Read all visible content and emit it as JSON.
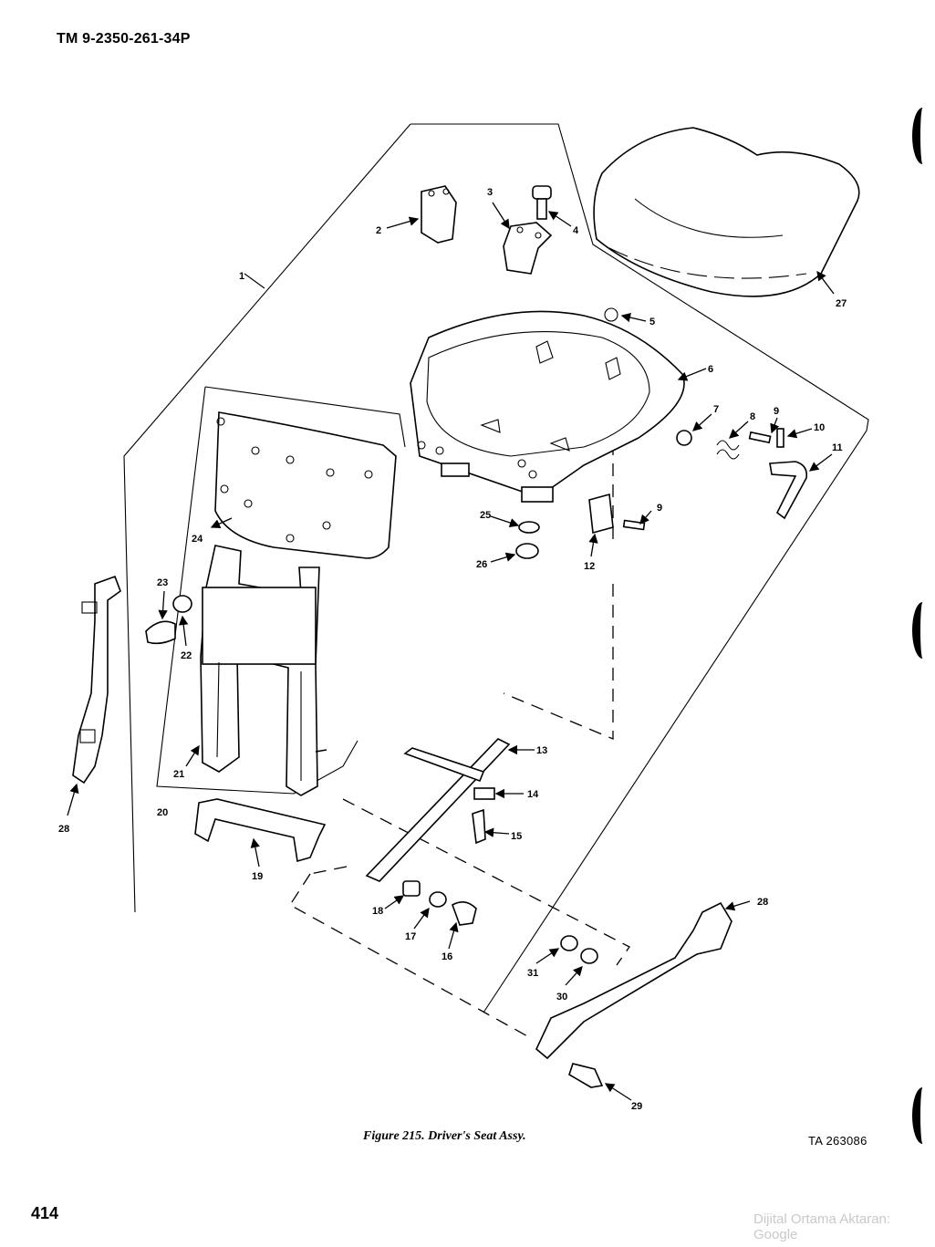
{
  "header": {
    "doc_id": "TM 9-2350-261-34P"
  },
  "figure": {
    "caption": "Figure 215.  Driver's Seat Assy.",
    "ta_number": "TA 263086"
  },
  "footer": {
    "page_number": "414",
    "watermark": "Dijital Ortama Aktaran: Google"
  },
  "callouts": {
    "c1": "1",
    "c2": "2",
    "c3": "3",
    "c4": "4",
    "c5": "5",
    "c6": "6",
    "c7": "7",
    "c8": "8",
    "c9a": "9",
    "c9b": "9",
    "c10": "10",
    "c11": "11",
    "c12": "12",
    "c13": "13",
    "c14": "14",
    "c15": "15",
    "c16": "16",
    "c17": "17",
    "c18": "18",
    "c19": "19",
    "c20": "20",
    "c21": "21",
    "c22": "22",
    "c23": "23",
    "c24": "24",
    "c25": "25",
    "c26": "26",
    "c27": "27",
    "c28a": "28",
    "c28b": "28",
    "c29": "29",
    "c30": "30",
    "c31": "31"
  }
}
